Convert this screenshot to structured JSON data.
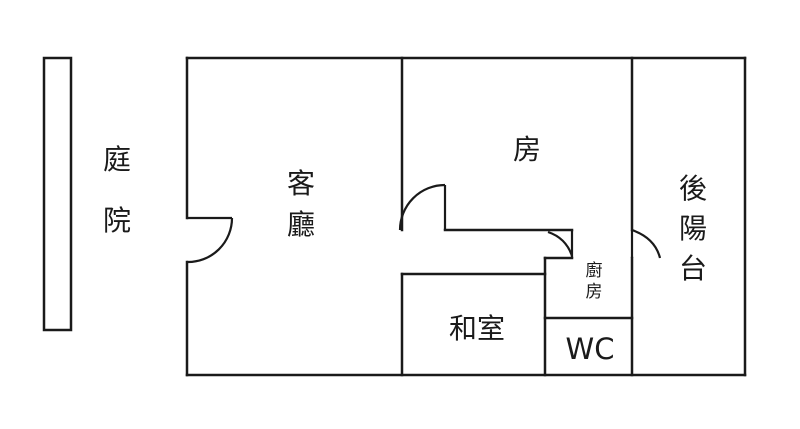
{
  "rooms": {
    "garden": [
      "庭",
      "院"
    ],
    "living_room": [
      "客",
      "廳"
    ],
    "bedroom": "房",
    "back_balcony": [
      "後",
      "陽",
      "台"
    ],
    "kitchen": [
      "廚",
      "房"
    ],
    "tatami_room": "和室",
    "wc": "WC"
  }
}
